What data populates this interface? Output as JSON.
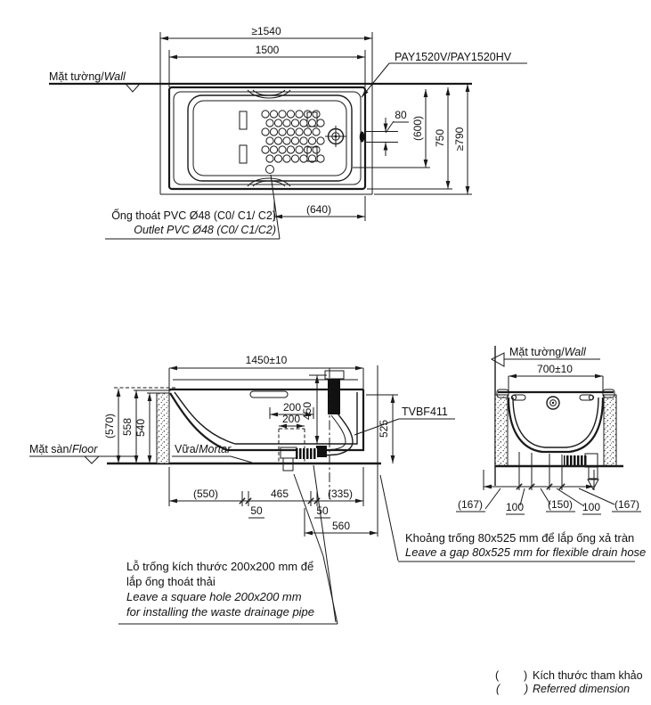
{
  "plan": {
    "wall_vi": "Mặt tường/",
    "wall_en": "Wall",
    "product_code": "PAY1520V/PAY1520HV",
    "d1540": "≥1540",
    "d1500": "1500",
    "d80": "80",
    "d600": "(600)",
    "d750": "750",
    "d790": "≥790",
    "d640": "(640)",
    "outlet_vi": "Ống thoát PVC Ø48 (C0/ C1/ C2)",
    "outlet_en": "Outlet PVC Ø48 (C0/ C1/C2)"
  },
  "front": {
    "d_length": "1450±10",
    "d570": "(570)",
    "d558": "558",
    "d540": "540",
    "d450": "450",
    "d200a": "200",
    "d200b": "200",
    "d525": "525",
    "d550": "(550)",
    "d465": "465",
    "d335": "(335)",
    "d50a": "50",
    "d50b": "50",
    "d560": "560",
    "floor_vi": "Mặt sàn/",
    "floor_en": "Floor",
    "mortar_vi": "Vữa/",
    "mortar_en": "Mortar",
    "valve_code": "TVBF411"
  },
  "side": {
    "wall_vi": "Mặt tường/",
    "wall_en": "Wall",
    "d700": "700±10",
    "d167a": "(167)",
    "d100a": "100",
    "d150": "(150)",
    "d100b": "100",
    "d167b": "(167)"
  },
  "notes": {
    "hole_vi1": "Lỗ trống kích thước 200x200 mm để",
    "hole_vi2": "lắp ống thoát thải",
    "hole_en1": "Leave a square hole  200x200 mm",
    "hole_en2": "for installing the waste drainage pipe",
    "gap_vi": "Khoảng trống 80x525 mm để lắp ống xả tràn",
    "gap_en": "Leave a gap 80x525 mm for flexible drain hose",
    "legend_open": "(",
    "legend_close": ")",
    "legend_vi": "Kích thước tham khảo",
    "legend_en": "Referred dimension"
  }
}
